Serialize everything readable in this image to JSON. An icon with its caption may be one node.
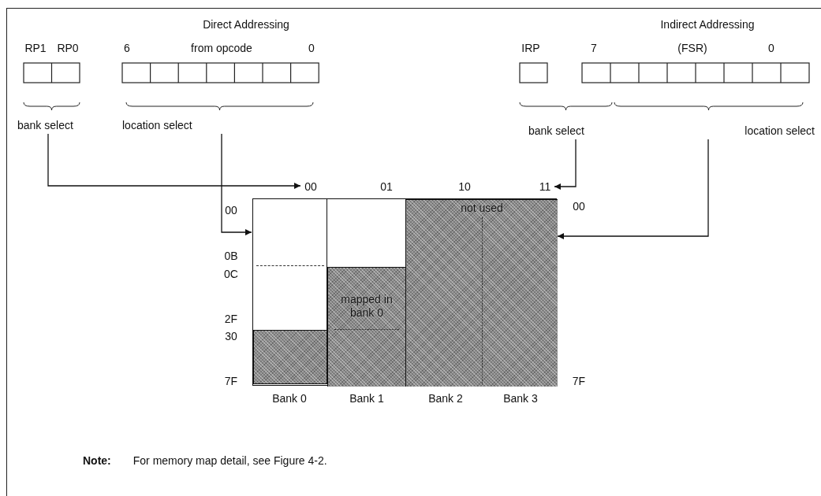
{
  "diagram": {
    "nodes": [
      {
        "text": [
          "bank select"
        ]
      },
      {
        "text": [
          "location select"
        ]
      },
      {
        "text": [
          "bank select"
        ]
      },
      {
        "text": [
          "location select"
        ]
      },
      {
        "text": [
          "00"
        ]
      },
      {
        "text": [
          "11"
        ]
      },
      {
        "text": [],
        "shape": "box"
      },
      {
        "text": [
          "mapped in bank 0"
        ],
        "in": 6
      },
      {
        "text": [
          "not used"
        ],
        "in": 6
      },
      {
        "text": [],
        "shape": "box",
        "in": 6
      }
    ],
    "edges": [
      {
        "from": 0,
        "to": 4,
        "arrow": "to"
      },
      {
        "from": 1,
        "to": 6,
        "arrow": "to"
      },
      {
        "from": 2,
        "to": 5,
        "arrow": "to"
      },
      {
        "from": 3,
        "to": 6,
        "arrow": "to"
      }
    ],
    "labels": [
      "Direct Addressing",
      "Indirect Addressing",
      "RP1",
      "RP0",
      "6",
      "from opcode",
      "0",
      "IRP",
      "7",
      "(FSR)",
      "0",
      "01",
      "10",
      "00",
      "00",
      "0B",
      "0C",
      "2F",
      "30",
      "7F",
      "7F",
      "Bank 0",
      "Bank 1",
      "Bank 2",
      "Bank 3",
      "**Note:**  For memory map detail, see Figure 4-2."
    ]
  }
}
